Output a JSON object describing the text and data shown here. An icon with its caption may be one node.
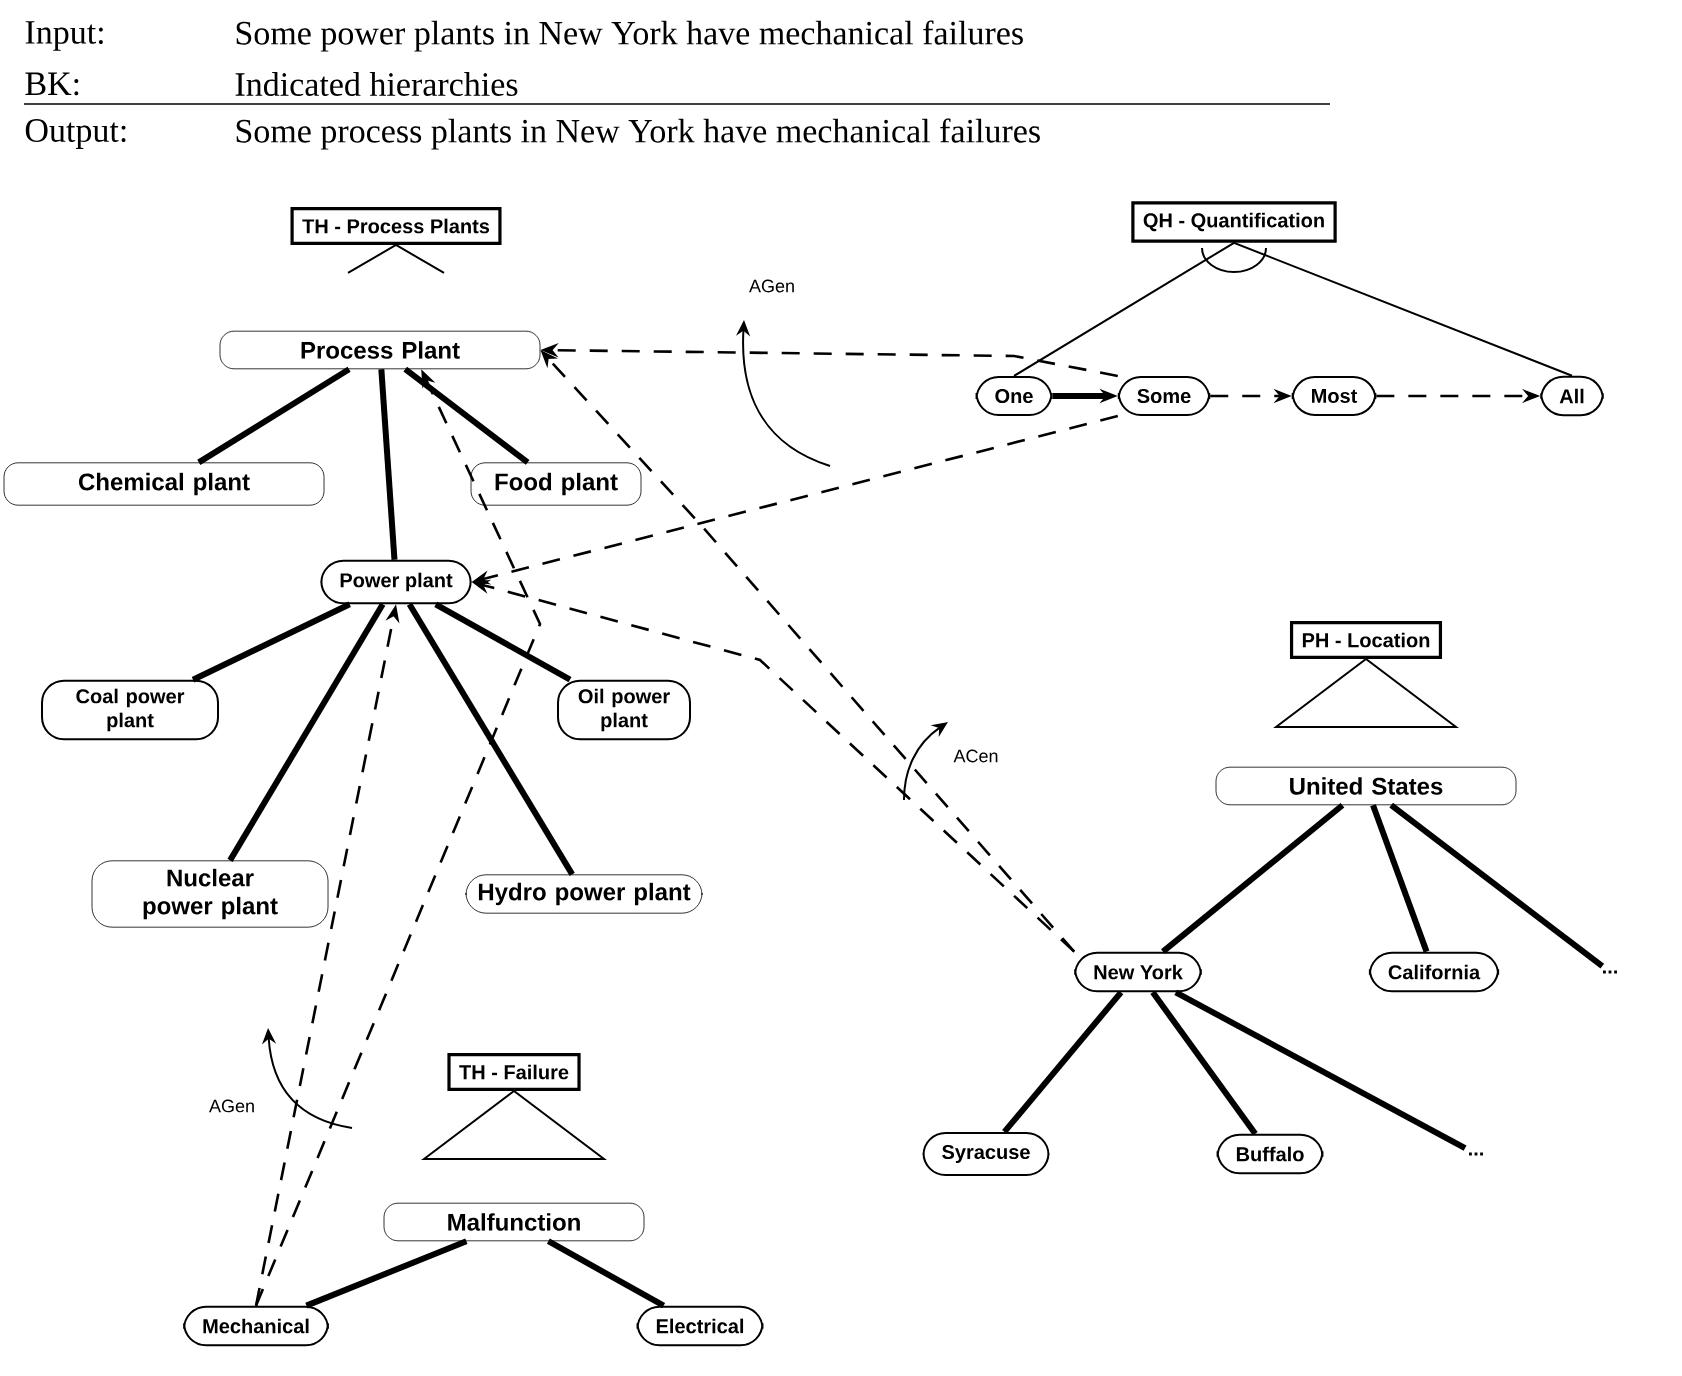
{
  "diagram": {
    "nodes": [
      {
        "text": [
          "TH - Process Plants"
        ]
      },
      {
        "text": [
          "Process Plant"
        ]
      },
      {
        "text": [
          "Chemical plant"
        ]
      },
      {
        "text": [
          "Food plant"
        ]
      },
      {
        "text": [
          "Power plant"
        ]
      },
      {
        "text": [
          "Coal power plant"
        ]
      },
      {
        "text": [
          "Oil power plant"
        ]
      },
      {
        "text": [
          "Nuclear power plant"
        ]
      },
      {
        "text": [
          "Hydro power plant"
        ]
      },
      {
        "text": [
          "QH - Quantification"
        ]
      },
      {
        "text": [
          "One"
        ]
      },
      {
        "text": [
          "Some"
        ]
      },
      {
        "text": [
          "Most"
        ]
      },
      {
        "text": [
          "All"
        ]
      },
      {
        "text": [
          "PH - Location"
        ]
      },
      {
        "text": [
          "United States"
        ]
      },
      {
        "text": [
          "New York"
        ]
      },
      {
        "text": [
          "California"
        ]
      },
      {
        "text": [
          "..."
        ]
      },
      {
        "text": [
          "Syracuse"
        ]
      },
      {
        "text": [
          "Buffalo"
        ]
      },
      {
        "text": [
          "..."
        ]
      },
      {
        "text": [
          "TH - Failure"
        ]
      },
      {
        "text": [
          "Malfunction"
        ]
      },
      {
        "text": [
          "Mechanical"
        ]
      },
      {
        "text": [
          "Electrical"
        ]
      }
    ],
    "edges": [
      {
        "from": 1,
        "to": 2,
        "arrow": "none"
      },
      {
        "from": 1,
        "to": 3,
        "arrow": "none"
      },
      {
        "from": 1,
        "to": 4,
        "arrow": "none"
      },
      {
        "from": 4,
        "to": 5,
        "arrow": "none"
      },
      {
        "from": 4,
        "to": 6,
        "arrow": "none"
      },
      {
        "from": 4,
        "to": 7,
        "arrow": "none"
      },
      {
        "from": 4,
        "to": 8,
        "arrow": "none"
      },
      {
        "from": 10,
        "to": 11,
        "arrow": "to"
      },
      {
        "from": 11,
        "to": 12,
        "arrow": "to",
        "style": "dashed"
      },
      {
        "from": 12,
        "to": 13,
        "arrow": "to",
        "style": "dashed"
      },
      {
        "from": 15,
        "to": 16,
        "arrow": "none"
      },
      {
        "from": 15,
        "to": 17,
        "arrow": "none"
      },
      {
        "from": 15,
        "to": 18,
        "arrow": "none"
      },
      {
        "from": 16,
        "to": 19,
        "arrow": "none"
      },
      {
        "from": 16,
        "to": 20,
        "arrow": "none"
      },
      {
        "from": 16,
        "to": 21,
        "arrow": "none"
      },
      {
        "from": 23,
        "to": 24,
        "arrow": "none"
      },
      {
        "from": 23,
        "to": 25,
        "arrow": "none"
      },
      {
        "from": 11,
        "to": 1,
        "arrow": "to",
        "style": "dashed"
      },
      {
        "from": 11,
        "to": 4,
        "arrow": "to",
        "style": "dashed"
      },
      {
        "from": 16,
        "to": 1,
        "arrow": "to",
        "style": "dashed"
      },
      {
        "from": 16,
        "to": 4,
        "arrow": "to",
        "style": "dashed"
      },
      {
        "from": 24,
        "to": 1,
        "arrow": "to",
        "style": "dashed"
      },
      {
        "from": 24,
        "to": 4,
        "arrow": "to",
        "style": "dashed"
      }
    ],
    "labels": [
      "Input:",
      "Some power plants in New York have mechanical failures",
      "BK:",
      "Indicated hierarchies",
      "Output:",
      "Some process plants in New York have mechanical failures",
      "AGen",
      "ACen",
      "AGen"
    ]
  }
}
